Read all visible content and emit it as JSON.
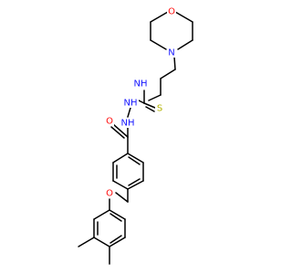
{
  "colors": {
    "background": "#ffffff",
    "bond": "#000000",
    "N": "#1919ff",
    "O": "#ff0d0d",
    "S": "#b2b200"
  },
  "atoms": {
    "morpholine_n": "N",
    "morpholine_o": "O",
    "amine_nh": "NH",
    "thio_s": "S",
    "hydrazide_nh_upper": "NH",
    "hydrazide_nh_lower": "NH",
    "carbonyl_o": "O",
    "ether_o": "O"
  }
}
